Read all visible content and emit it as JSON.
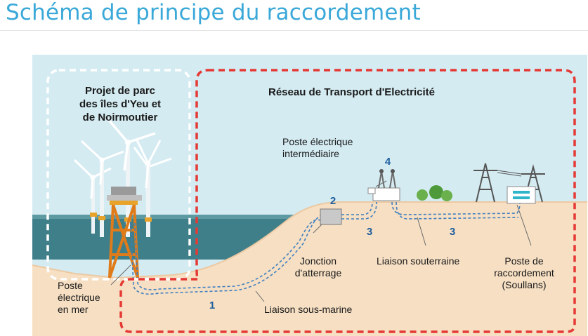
{
  "title": "Schéma de principe du raccordement",
  "diagram": {
    "zone_parc": "Projet de parc\ndes îles d'Yeu et\nde Noirmoutier",
    "zone_rte": "Réseau de Transport d'Electricité",
    "labels": {
      "poste_intermediaire": "Poste électrique\nintermédiaire",
      "jonction": "Jonction\nd'atterrage",
      "liaison_souterraine": "Liaison souterraine",
      "poste_raccordement": "Poste de\nraccordement\n(Soullans)",
      "poste_mer": "Poste\nélectrique\nen mer",
      "liaison_sous_marine": "Liaison sous-marine"
    },
    "numbers": [
      "1",
      "2",
      "3",
      "3",
      "4"
    ],
    "colors": {
      "title": "#3aa8d8",
      "rte_boundary": "#e53935",
      "parc_boundary": "#ffffff",
      "cable": "#3f7fc0",
      "sea": "#3f7f89",
      "sand": "#f6dfc3",
      "number": "#1f5f9e"
    }
  }
}
